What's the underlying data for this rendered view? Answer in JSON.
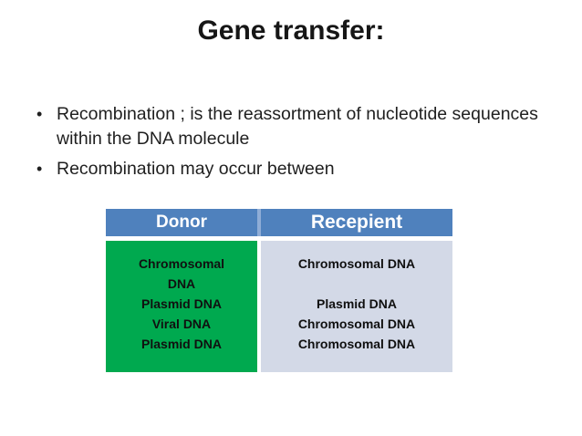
{
  "slide": {
    "title": "Gene transfer:",
    "bullet_marker": "•",
    "bullets": [
      {
        "lines": [
          "Recombination ; is the reassortment of nucleotide sequences",
          "within the DNA molecule"
        ]
      },
      {
        "lines": [
          "Recombination may occur between"
        ]
      }
    ]
  },
  "table": {
    "headers": [
      "Donor",
      "Recepient"
    ],
    "donor_lines": [
      "Chromosomal",
      "DNA",
      "Plasmid DNA",
      "Viral DNA",
      "Plasmid DNA"
    ],
    "recipient_lines": [
      "Chromosomal DNA",
      "",
      "Plasmid DNA",
      "Chromosomal DNA",
      "Chromosomal DNA"
    ],
    "colors": {
      "header_bg": "#4f81bd",
      "header_divider": "#8fadd6",
      "donor_bg": "#00a94f",
      "recipient_bg": "#d3d9e7"
    }
  }
}
